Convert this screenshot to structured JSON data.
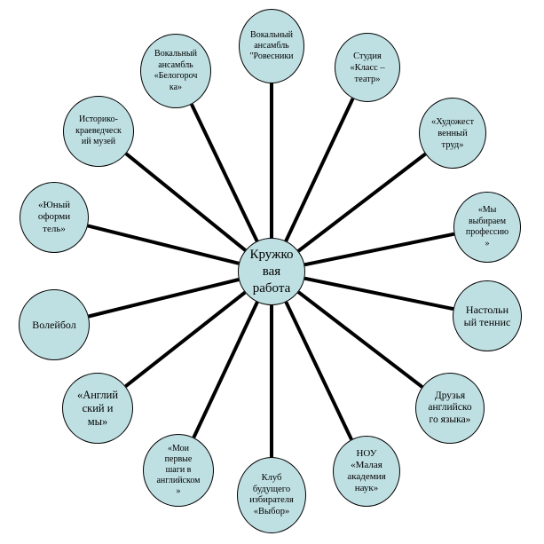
{
  "colors": {
    "node_fill": "#bfe0e3",
    "line": "#000000",
    "text": "#000000"
  },
  "center": {
    "name": "center-node-kruzhkovaya-rabota",
    "label": "Кружко\nвая\nработа"
  },
  "nodes": [
    {
      "name": "node-vokalny-ansambl-rovesniki",
      "label": "Вокальный\nансамбль\n\"Ровесники"
    },
    {
      "name": "node-studiya-klass-teatr",
      "label": "Студия\n«Класс –\nтеатр»"
    },
    {
      "name": "node-khudozhestvenny-trud",
      "label": "«Художест\nвенный\nтруд»"
    },
    {
      "name": "node-my-vybiraem-professiyu",
      "label": "«Мы\nвыбираем\nпрофессию\n»"
    },
    {
      "name": "node-nastolny-tennis",
      "label": "Настольн\nый теннис"
    },
    {
      "name": "node-druzya-angliyskogo-yazyka",
      "label": "Друзья\nанглийско\nго языка»"
    },
    {
      "name": "node-nou-malaya-akademiya-nauk",
      "label": "НОУ\n«Малая\nакадемия\nнаук»"
    },
    {
      "name": "node-klub-budushchego-izbiratelya",
      "label": "Клуб\nбудущего\nизбирателя\n«Выбор»"
    },
    {
      "name": "node-moi-pervye-shagi",
      "label": "«Мои\nпервые\nшаги в\nанглийском\n»"
    },
    {
      "name": "node-angliyskiy-i-my",
      "label": "«Англий\nский и\nмы»"
    },
    {
      "name": "node-voleybol",
      "label": "Волейбол"
    },
    {
      "name": "node-yuny-oformitel",
      "label": "«Юный\nоформи\nтель»"
    },
    {
      "name": "node-istoriko-kraevedchesky-muzey",
      "label": "Историко-\nкраеведческ\nий музей"
    },
    {
      "name": "node-vokalny-ansambl-belogorochka",
      "label": "Вокальный\nансамбль\n«Белогороч\nка»"
    }
  ]
}
